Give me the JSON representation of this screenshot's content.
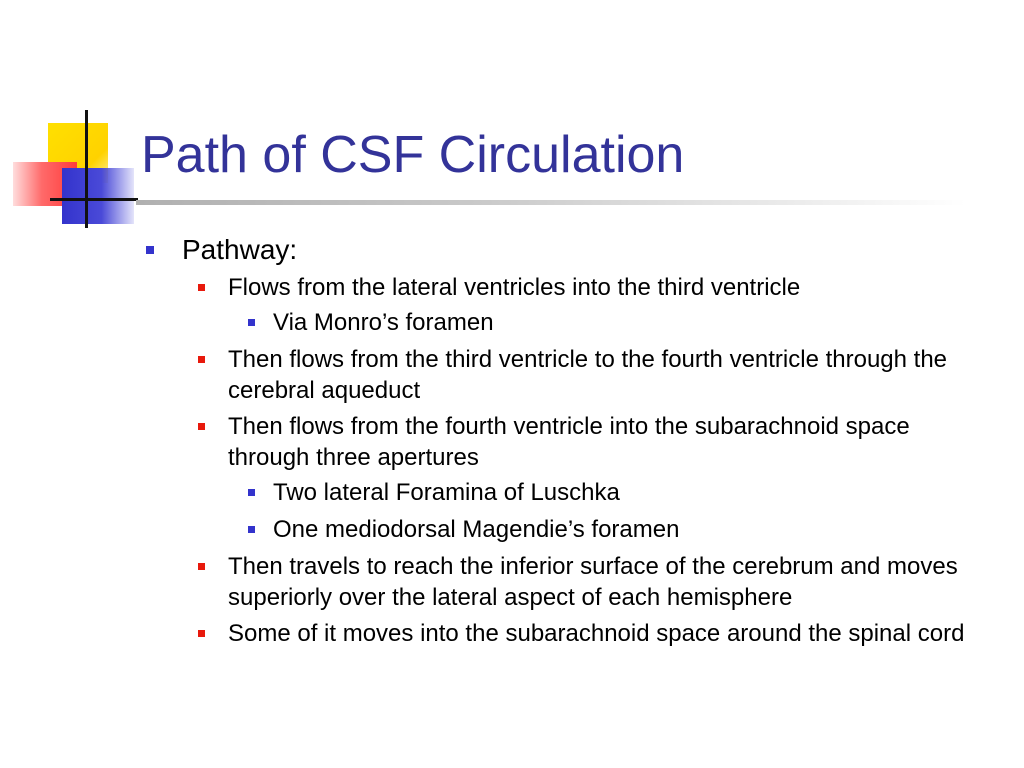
{
  "title": "Path of CSF Circulation",
  "colors": {
    "title": "#333399",
    "bullet_level1": "#3333cc",
    "bullet_level2": "#e8190c",
    "bullet_level3": "#3333cc"
  },
  "content": {
    "heading": "Pathway:",
    "items": [
      {
        "text": "Flows from the lateral ventricles into the third ventricle",
        "sub": [
          "Via Monro’s foramen"
        ]
      },
      {
        "text": "Then flows from the third ventricle to the fourth ventricle through the cerebral aqueduct",
        "sub": []
      },
      {
        "text": "Then flows from the fourth ventricle into the subarachnoid space through three apertures",
        "sub": [
          "Two lateral Foramina of Luschka",
          "One mediodorsal Magendie’s foramen"
        ]
      },
      {
        "text": "Then travels to reach the inferior surface of the cerebrum and moves superiorly over the lateral aspect of each hemisphere",
        "sub": []
      },
      {
        "text": "Some of it moves into the subarachnoid space around the spinal cord",
        "sub": []
      }
    ]
  }
}
